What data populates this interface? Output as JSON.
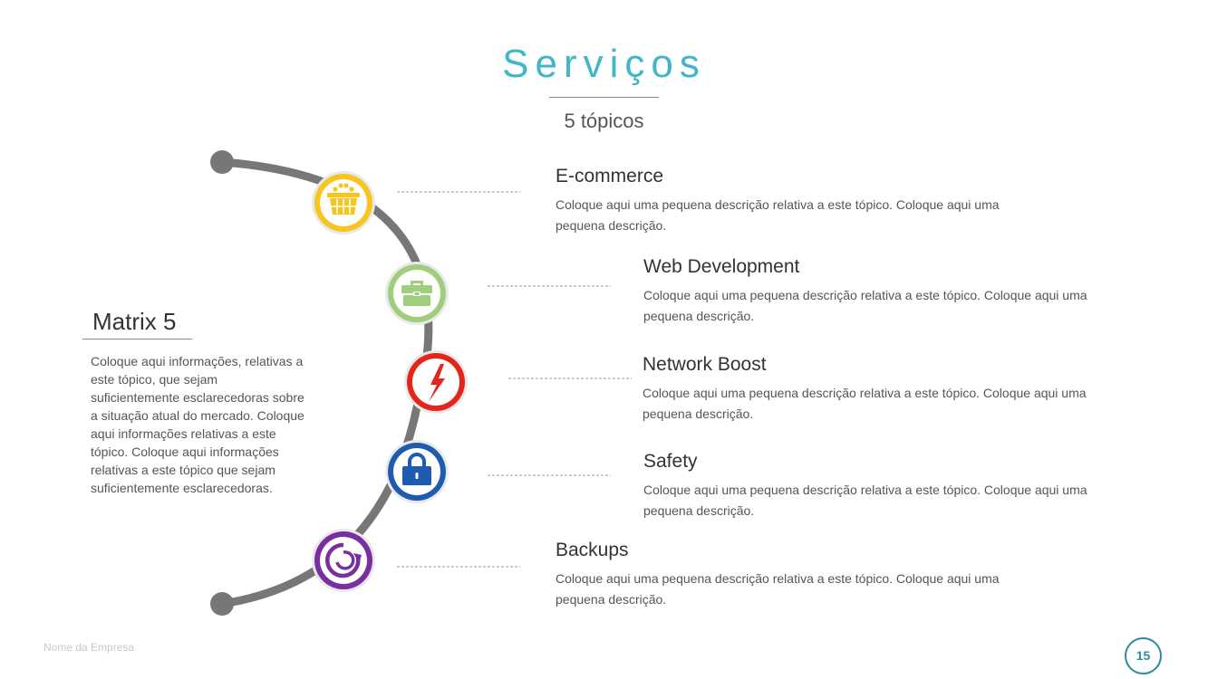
{
  "header": {
    "title": "Serviços",
    "subtitle": "5 tópicos"
  },
  "side_panel": {
    "title": "Matrix 5",
    "text": "Coloque aqui informações, relativas a este tópico, que sejam suficientemente esclarecedoras sobre a situação atual do mercado. Coloque aqui informações relativas a este tópico. Coloque aqui informações relativas a este tópico que sejam suficientemente esclarecedoras."
  },
  "topics": [
    {
      "title": "E-commerce",
      "description": "Coloque aqui uma pequena descrição relativa a este tópico. Coloque aqui uma pequena descrição.",
      "icon": "basket-icon",
      "color": "#f7c51e"
    },
    {
      "title": "Web Development",
      "description": "Coloque aqui uma pequena descrição relativa a este tópico. Coloque aqui uma pequena descrição.",
      "icon": "briefcase-icon",
      "color": "#9fcf7c"
    },
    {
      "title": "Network Boost",
      "description": "Coloque aqui uma pequena descrição relativa a este tópico. Coloque aqui uma pequena descrição.",
      "icon": "lightning-icon",
      "color": "#e3251b"
    },
    {
      "title": "Safety",
      "description": "Coloque aqui uma pequena descrição relativa a este tópico. Coloque aqui uma pequena descrição.",
      "icon": "lock-icon",
      "color": "#1f5bb0"
    },
    {
      "title": "Backups",
      "description": "Coloque aqui uma pequena descrição relativa a este tópico. Coloque aqui uma pequena descrição.",
      "icon": "refresh-icon",
      "color": "#7a2f9e"
    }
  ],
  "footer": {
    "company": "Nome da Empresa",
    "page_number": "15"
  }
}
